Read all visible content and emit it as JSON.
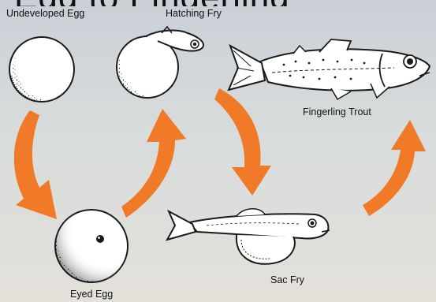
{
  "diagram": {
    "title": "Egg to Fingerling",
    "colors": {
      "arrow": "#f07a27",
      "ink": "#1a1a1a",
      "paper": "#ffffff"
    },
    "stages": [
      {
        "id": "undeveloped-egg",
        "label": "Undeveloped Egg"
      },
      {
        "id": "hatching-fry",
        "label": "Hatching Fry"
      },
      {
        "id": "fingerling-trout",
        "label": "Fingerling Trout"
      },
      {
        "id": "eyed-egg",
        "label": "Eyed Egg"
      },
      {
        "id": "sac-fry",
        "label": "Sac Fry"
      }
    ],
    "flow": [
      [
        "undeveloped-egg",
        "eyed-egg"
      ],
      [
        "eyed-egg",
        "hatching-fry"
      ],
      [
        "hatching-fry",
        "sac-fry"
      ],
      [
        "sac-fry",
        "fingerling-trout"
      ]
    ]
  }
}
